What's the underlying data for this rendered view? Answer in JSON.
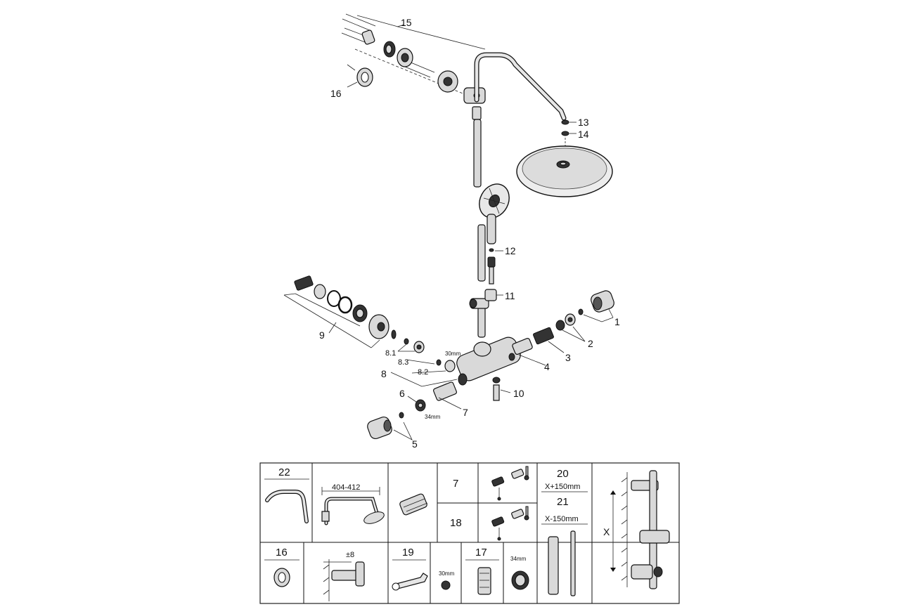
{
  "callouts": {
    "p1": "1",
    "p2": "2",
    "p3": "3",
    "p4": "4",
    "p5": "5",
    "p6": "6",
    "p7": "7",
    "p8": "8",
    "p8_1": "8.1",
    "p8_2": "8.2",
    "p8_3": "8.3",
    "p9": "9",
    "p10": "10",
    "p11": "11",
    "p12": "12",
    "p13": "13",
    "p14": "14",
    "p15": "15",
    "p16": "16"
  },
  "dimensions": {
    "wrench30": "30mm",
    "wrench34": "34mm"
  },
  "table": {
    "c22": "22",
    "range": "404-412",
    "c7": "7",
    "c18": "18",
    "c20": "20",
    "c20_dim": "X+150mm",
    "c21": "21",
    "c21_dim": "X-150mm",
    "x_label": "X",
    "c16": "16",
    "offset": "±8",
    "c19": "19",
    "c19_dim": "30mm",
    "c17": "17",
    "c17_dim": "34mm"
  },
  "colors": {
    "line": "#111111",
    "part_fill": "#d9d9d9",
    "background": "#ffffff"
  }
}
